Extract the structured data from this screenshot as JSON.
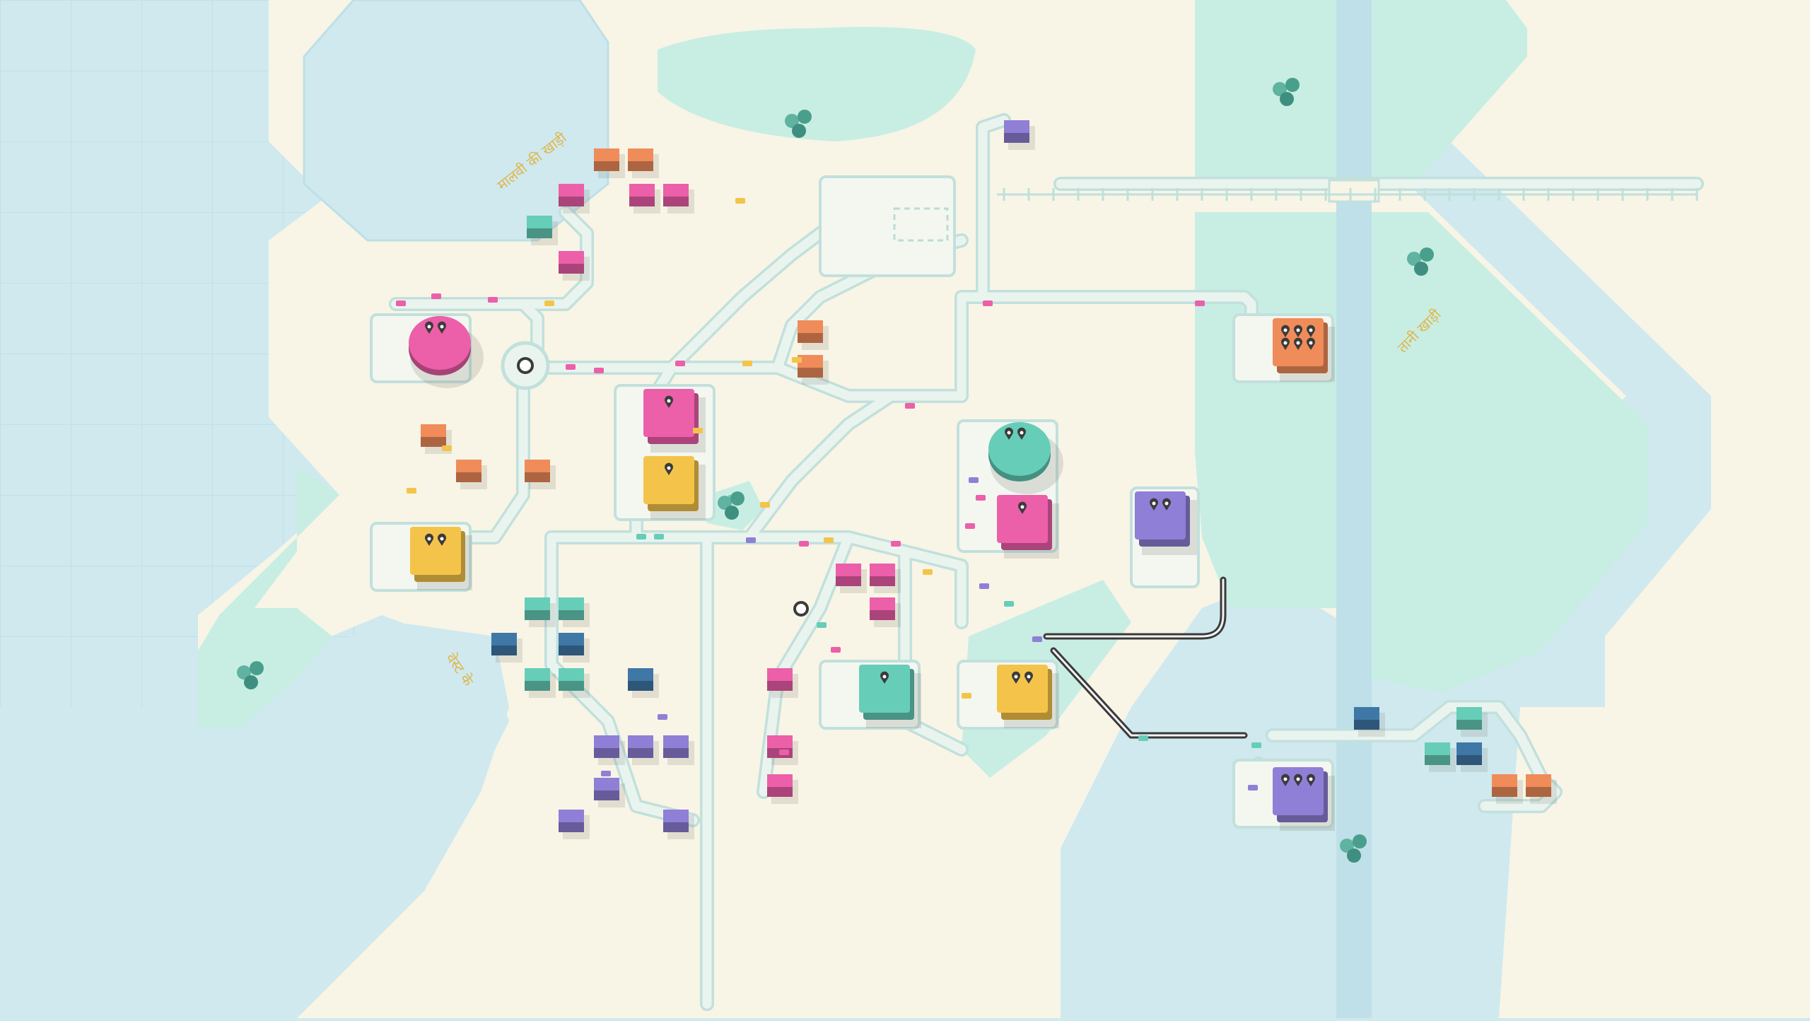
{
  "game": {
    "title": "Mini Motorways",
    "palette": {
      "water": "#cfe9ef",
      "land": "#f8f5e6",
      "park": "#c8eee4",
      "road": "#eaf4ef",
      "road_edge": "#c2e0dc",
      "motorway": "#5a5a5a",
      "pink": "#ec5fa9",
      "teal": "#66cdb8",
      "yellow": "#f4c44a",
      "orange": "#f08c5a",
      "purple": "#8f7fd6",
      "navy": "#3f77a6"
    }
  },
  "map_labels": [
    {
      "text": "मालवी की खाड़ी"
    },
    {
      "text": "तानी खाड़ी"
    },
    {
      "text": "वेस्ट के"
    }
  ],
  "destinations": [
    {
      "color": "pink",
      "shape": "round",
      "demand": 2
    },
    {
      "color": "yellow",
      "shape": "square",
      "demand": 2
    },
    {
      "color": "pink",
      "shape": "square",
      "demand": 1
    },
    {
      "color": "yellow",
      "shape": "square",
      "demand": 1
    },
    {
      "color": "teal",
      "shape": "round",
      "demand": 2
    },
    {
      "color": "pink",
      "shape": "square",
      "demand": 1
    },
    {
      "color": "purple",
      "shape": "square",
      "demand": 2
    },
    {
      "color": "orange",
      "shape": "square",
      "demand": 6
    },
    {
      "color": "teal",
      "shape": "square",
      "demand": 1
    },
    {
      "color": "yellow",
      "shape": "square",
      "demand": 2
    },
    {
      "color": "purple",
      "shape": "square",
      "demand": 3
    }
  ]
}
